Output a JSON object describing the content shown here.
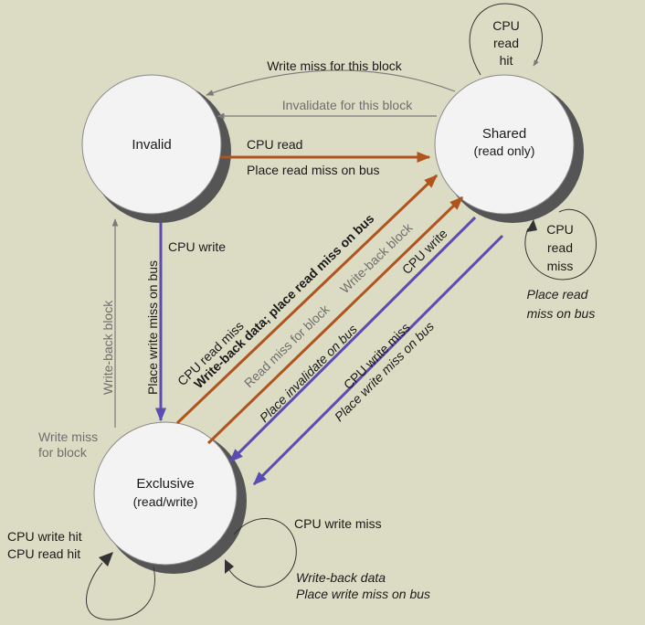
{
  "colors": {
    "background": "#dcdcc4",
    "state_fill": "#f3f3f3",
    "shadow": "#555555",
    "gray_edge": "#7a7a7a",
    "cpu_edge": "#b0541e",
    "bus_edge": "#5a4cb0",
    "text": "#1a1a1a",
    "gray_text": "#6e6e6e"
  },
  "states": {
    "invalid": {
      "name": "Invalid"
    },
    "shared": {
      "name": "Shared",
      "sub": "(read only)"
    },
    "exclusive": {
      "name": "Exclusive",
      "sub": "(read/write)"
    }
  },
  "transitions": {
    "shared_to_invalid_write_miss": "Write miss for this block",
    "shared_to_invalid_invalidate": "Invalidate for this block",
    "invalid_to_shared": {
      "line1": "CPU read",
      "line2": "Place read miss on bus"
    },
    "shared_self_hit": {
      "line1": "CPU",
      "line2": "read",
      "line3": "hit"
    },
    "shared_self_miss": {
      "line1": "CPU",
      "line2": "read",
      "line3": "miss",
      "action1": "Place read",
      "action2": "miss on bus"
    },
    "invalid_to_exclusive": {
      "event": "CPU write",
      "action": "Place write miss on bus"
    },
    "exclusive_to_invalid": {
      "action": "Write-back block",
      "event1": "Write miss",
      "event2": "for block"
    },
    "exclusive_to_shared_cpu_read_miss": {
      "event": "CPU read miss",
      "action": "Write-back data; place read miss on bus"
    },
    "exclusive_to_shared_read_miss": {
      "event": "Read miss for block",
      "action": "Write-back block"
    },
    "shared_to_exclusive_cpu_write": {
      "event": "CPU write",
      "action": "Place invalidate on bus"
    },
    "shared_to_exclusive_write_miss": {
      "event": "CPU write miss",
      "action": "Place write miss on bus"
    },
    "exclusive_self_miss": {
      "event": "CPU write miss",
      "action1": "Write-back data",
      "action2": "Place write miss on bus"
    },
    "exclusive_self_hit": {
      "line1": "CPU write hit",
      "line2": "CPU read hit"
    }
  }
}
